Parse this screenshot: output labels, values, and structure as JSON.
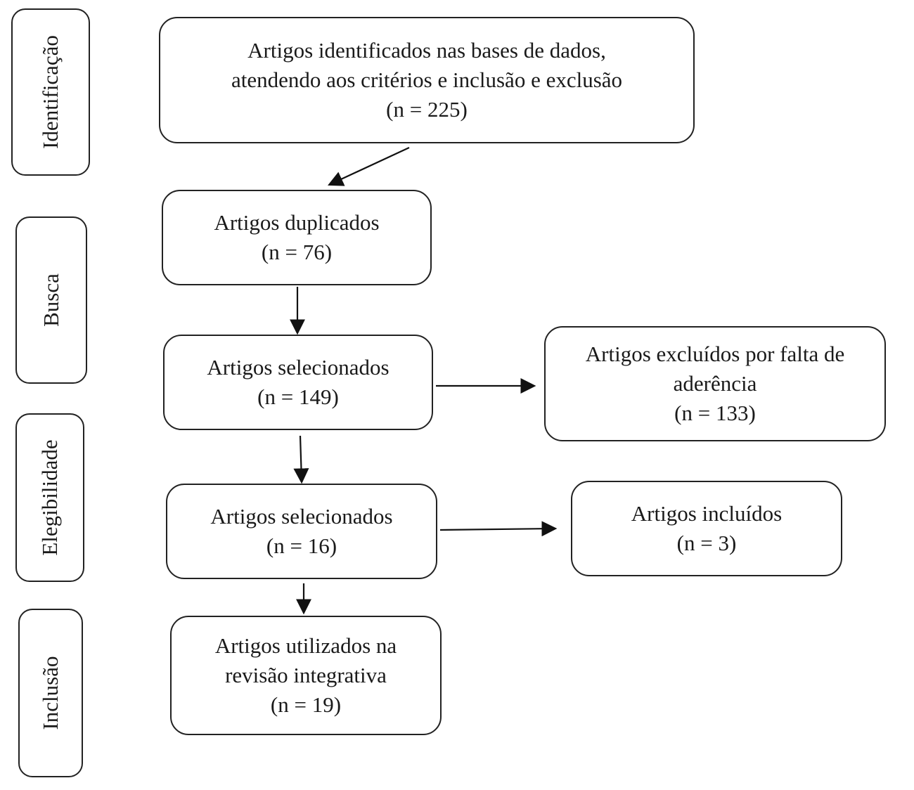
{
  "stages": {
    "identificacao": "Identificação",
    "busca": "Busca",
    "elegibilidade": "Elegibilidade",
    "inclusao": "Inclusão"
  },
  "boxes": {
    "identificados": {
      "line1": "Artigos identificados nas bases de dados,",
      "line2": "atendendo aos critérios e inclusão e exclusão",
      "count": "(n = 225)"
    },
    "duplicados": {
      "line1": "Artigos duplicados",
      "count": "(n = 76)"
    },
    "selecionados_1": {
      "line1": "Artigos selecionados",
      "count": "(n = 149)"
    },
    "excluidos": {
      "line1": "Artigos excluídos por falta de",
      "line2": "aderência",
      "count": "(n = 133)"
    },
    "selecionados_2": {
      "line1": "Artigos selecionados",
      "count": "(n = 16)"
    },
    "incluidos": {
      "line1": "Artigos incluídos",
      "count": "(n = 3)"
    },
    "utilizados": {
      "line1": "Artigos utilizados na",
      "line2": "revisão integrativa",
      "count": "(n = 19)"
    }
  }
}
